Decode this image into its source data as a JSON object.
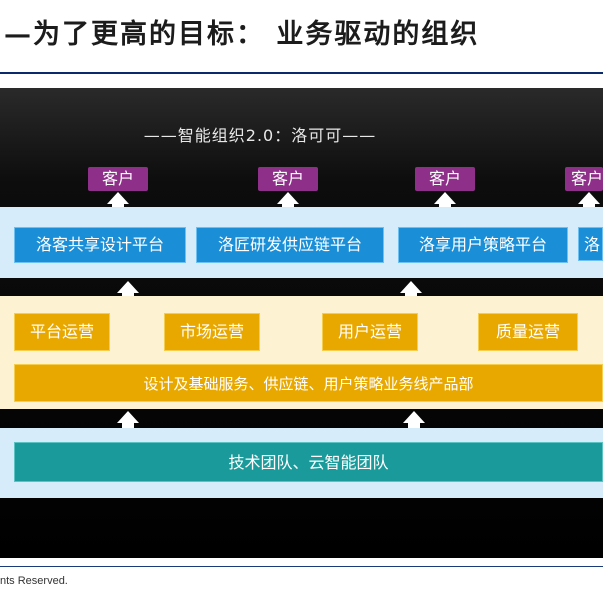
{
  "title": "—为了更高的目标： 业务驱动的组织",
  "diagram": {
    "header": "——智能组织2.0：洛可可——",
    "customers": [
      "客户",
      "客户",
      "客户",
      "客户"
    ],
    "platforms": [
      "洛客共享设计平台",
      "洛匠研发供应链平台",
      "洛享用户策略平台",
      "洛"
    ],
    "operations": [
      "平台运营",
      "市场运营",
      "用户运营",
      "质量运营"
    ],
    "business_line": "设计及基础服务、供应链、用户策略业务线产品部",
    "tech_team": "技术团队、云智能团队"
  },
  "footer": "nts Reserved."
}
